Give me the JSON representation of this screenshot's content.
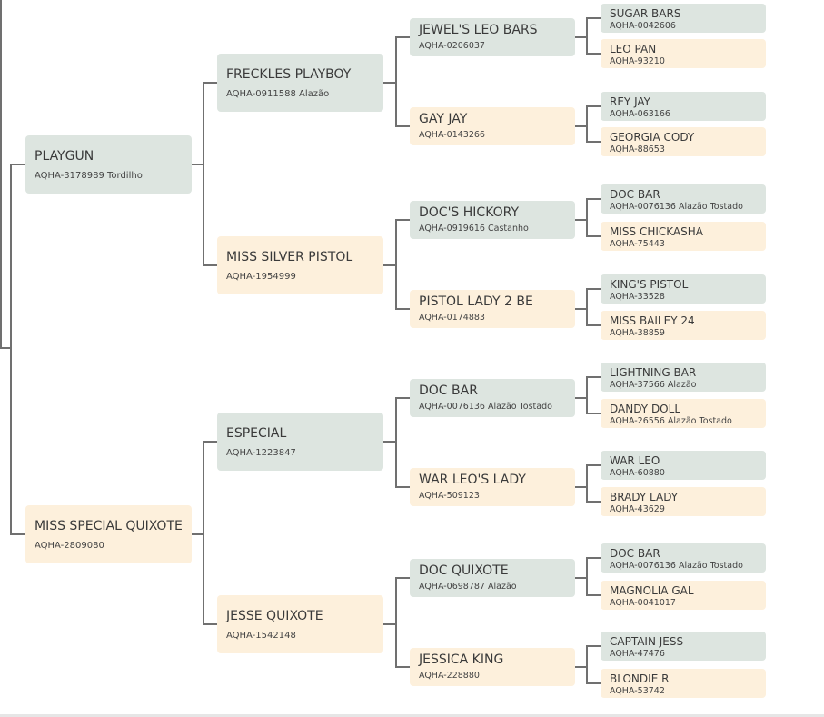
{
  "pedigree": {
    "sire": {
      "name": "PLAYGUN",
      "reg": "AQHA-3178989 Tordilho",
      "sex": "male",
      "sire": {
        "name": "FRECKLES PLAYBOY",
        "reg": "AQHA-0911588 Alazão",
        "sex": "male",
        "sire": {
          "name": "JEWEL'S LEO BARS",
          "reg": "AQHA-0206037",
          "sex": "male",
          "sire": {
            "name": "SUGAR BARS",
            "reg": "AQHA-0042606",
            "sex": "male"
          },
          "dam": {
            "name": "LEO PAN",
            "reg": "AQHA-93210",
            "sex": "female"
          }
        },
        "dam": {
          "name": "GAY JAY",
          "reg": "AQHA-0143266",
          "sex": "female",
          "sire": {
            "name": "REY JAY",
            "reg": "AQHA-063166",
            "sex": "male"
          },
          "dam": {
            "name": "GEORGIA CODY",
            "reg": "AQHA-88653",
            "sex": "female"
          }
        }
      },
      "dam": {
        "name": "MISS SILVER PISTOL",
        "reg": "AQHA-1954999",
        "sex": "female",
        "sire": {
          "name": "DOC'S HICKORY",
          "reg": "AQHA-0919616 Castanho",
          "sex": "male",
          "sire": {
            "name": "DOC BAR",
            "reg": "AQHA-0076136 Alazão Tostado",
            "sex": "male"
          },
          "dam": {
            "name": "MISS CHICKASHA",
            "reg": "AQHA-75443",
            "sex": "female"
          }
        },
        "dam": {
          "name": "PISTOL LADY 2 BE",
          "reg": "AQHA-0174883",
          "sex": "female",
          "sire": {
            "name": "KING'S PISTOL",
            "reg": "AQHA-33528",
            "sex": "male"
          },
          "dam": {
            "name": "MISS BAILEY 24",
            "reg": "AQHA-38859",
            "sex": "female"
          }
        }
      }
    },
    "dam": {
      "name": "MISS SPECIAL QUIXOTE",
      "reg": "AQHA-2809080",
      "sex": "female",
      "sire": {
        "name": "ESPECIAL",
        "reg": "AQHA-1223847",
        "sex": "male",
        "sire": {
          "name": "DOC BAR",
          "reg": "AQHA-0076136 Alazão Tostado",
          "sex": "male",
          "sire": {
            "name": "LIGHTNING BAR",
            "reg": "AQHA-37566 Alazão",
            "sex": "male"
          },
          "dam": {
            "name": "DANDY DOLL",
            "reg": "AQHA-26556 Alazão Tostado",
            "sex": "female"
          }
        },
        "dam": {
          "name": "WAR LEO'S LADY",
          "reg": "AQHA-509123",
          "sex": "female",
          "sire": {
            "name": "WAR LEO",
            "reg": "AQHA-60880",
            "sex": "male"
          },
          "dam": {
            "name": "BRADY LADY",
            "reg": "AQHA-43629",
            "sex": "female"
          }
        }
      },
      "dam": {
        "name": "JESSE QUIXOTE",
        "reg": "AQHA-1542148",
        "sex": "female",
        "sire": {
          "name": "DOC QUIXOTE",
          "reg": "AQHA-0698787 Alazão",
          "sex": "male",
          "sire": {
            "name": "DOC BAR",
            "reg": "AQHA-0076136 Alazão Tostado",
            "sex": "male"
          },
          "dam": {
            "name": "MAGNOLIA GAL",
            "reg": "AQHA-0041017",
            "sex": "female"
          }
        },
        "dam": {
          "name": "JESSICA KING",
          "reg": "AQHA-228880",
          "sex": "female",
          "sire": {
            "name": "CAPTAIN JESS",
            "reg": "AQHA-47476",
            "sex": "male"
          },
          "dam": {
            "name": "BLONDIE R",
            "reg": "AQHA-53742",
            "sex": "female"
          }
        }
      }
    }
  },
  "colors": {
    "male_bg": "#dde5e0",
    "female_bg": "#fdf0dc",
    "line": "#707070"
  }
}
